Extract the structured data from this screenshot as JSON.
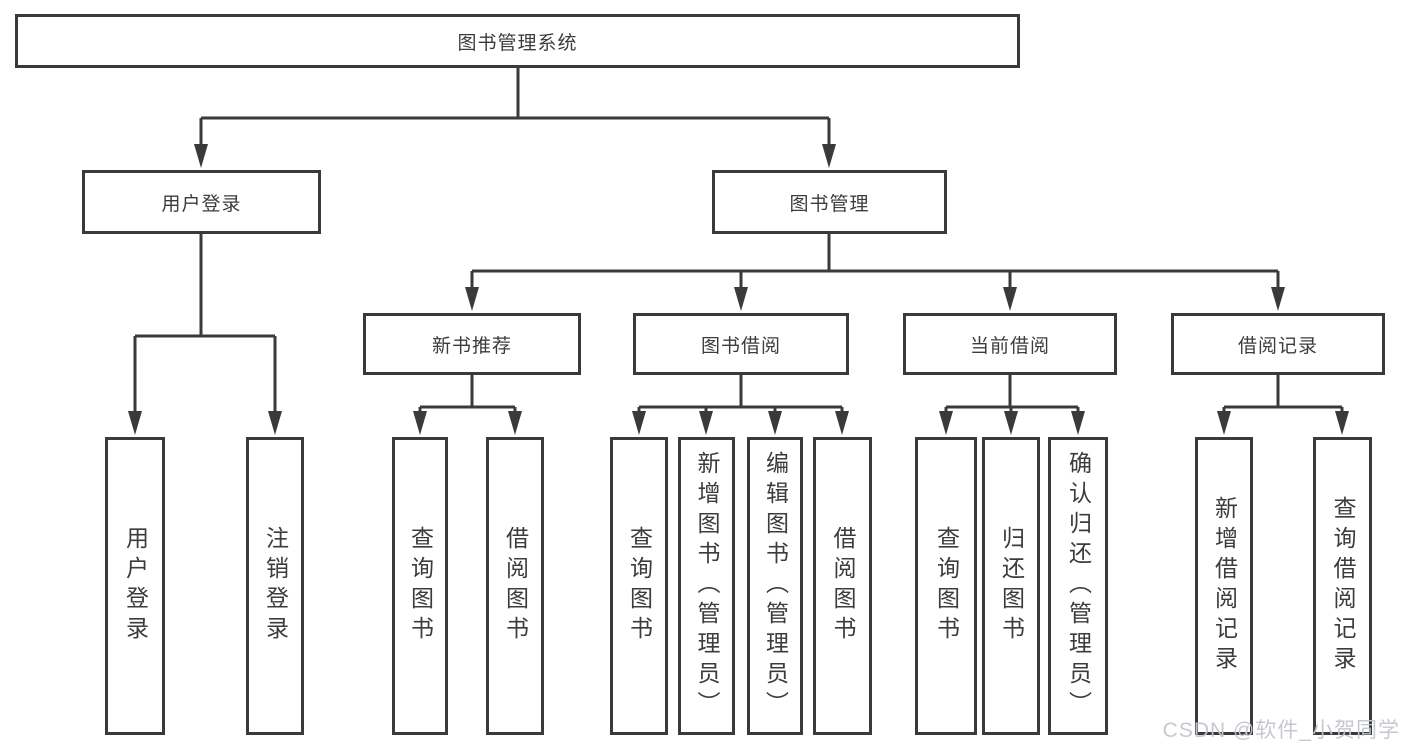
{
  "tree": {
    "label": "图书管理系统",
    "children": [
      {
        "label": "用户登录",
        "children": [
          {
            "label": "用户登录"
          },
          {
            "label": "注销登录"
          }
        ]
      },
      {
        "label": "图书管理",
        "children": [
          {
            "label": "新书推荐",
            "children": [
              {
                "label": "查询图书"
              },
              {
                "label": "借阅图书"
              }
            ]
          },
          {
            "label": "图书借阅",
            "children": [
              {
                "label": "查询图书"
              },
              {
                "label": "新增图书（管理员）"
              },
              {
                "label": "编辑图书（管理员）"
              },
              {
                "label": "借阅图书"
              }
            ]
          },
          {
            "label": "当前借阅",
            "children": [
              {
                "label": "查询图书"
              },
              {
                "label": "归还图书"
              },
              {
                "label": "确认归还（管理员）"
              }
            ]
          },
          {
            "label": "借阅记录",
            "children": [
              {
                "label": "新增借阅记录"
              },
              {
                "label": "查询借阅记录"
              }
            ]
          }
        ]
      }
    ]
  },
  "watermark": {
    "text": "CSDN @软件_小贺同学"
  },
  "colors": {
    "line": "#3a3a3a",
    "text": "#3c3c3c",
    "background": "#ffffff",
    "watermark": "#c2c6cc"
  }
}
